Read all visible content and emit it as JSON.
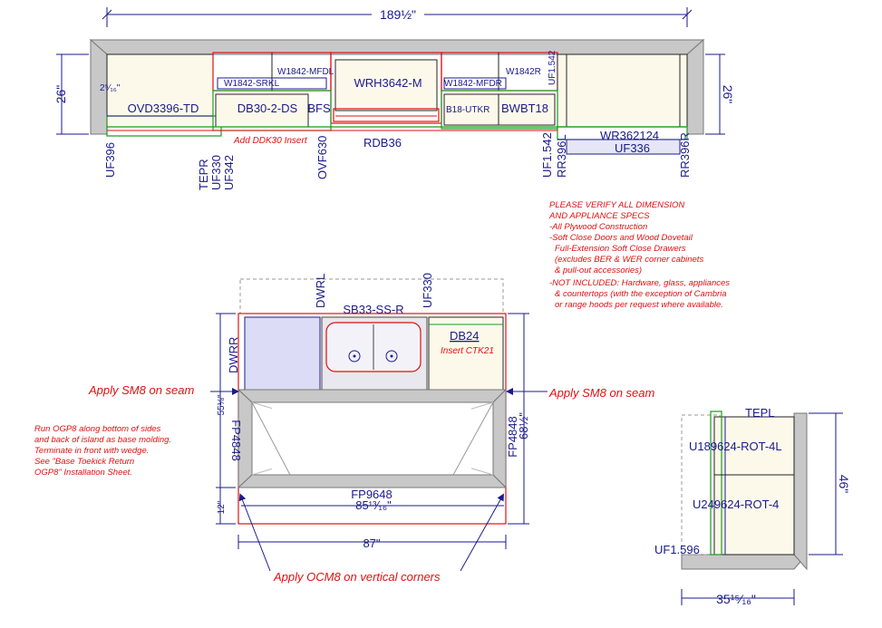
{
  "main_elevation": {
    "overall_width": "189½\"",
    "height_left": "26\"",
    "height_right": "26\"",
    "small_dim": "2⁵⁄₁₆\"",
    "cabinets": {
      "ovd": "OVD3396-TD",
      "db30": "DB30-2-DS",
      "bfs": "BFS",
      "wrh": "WRH3642-M",
      "w1842_mfdl": "W1842-MFDL",
      "w1842_srkl": "W1842-SRKL",
      "w1842_mfdr": "W1842-MFDR",
      "w1842r": "W1842R",
      "b18": "B18-UTKR",
      "bwbt": "BWBT18",
      "uf1542_top": "UF1.542",
      "wr362124": "WR362124",
      "uf336": "UF336",
      "rdb36": "RDB36"
    },
    "vertical_labels": {
      "uf396": "UF396",
      "tepr": "TEPR",
      "uf330": "UF330",
      "uf342": "UF342",
      "ovf630": "OVF630",
      "uf1542": "UF1.542",
      "rr396l": "RR396L",
      "rr396r": "RR396R"
    },
    "note_ddk": "Add DDK30 Insert"
  },
  "notes": [
    "PLEASE VERIFY ALL DIMENSION",
    "AND APPLIANCE SPECS",
    "-All Plywood Construction",
    "-Soft Close Doors and Wood Dovetail",
    "  Full-Extension Soft Close Drawers",
    "  (excludes BER & WER corner cabinets",
    "  & pull-out accessories)",
    "-NOT INCLUDED: Hardware, glass, appliances",
    "  & countertops (with the exception of Cambria",
    "  or range hoods per request where available."
  ],
  "island": {
    "dwrl": "DWRL",
    "uf330": "UF330",
    "sink": "SB33-SS-R",
    "db24": "DB24",
    "insert_ctk": "Insert CTK21",
    "dwrr": "DWRR",
    "fp4848_left": "FP4848",
    "fp4848_right": "FP4848",
    "fp9648": "FP9648",
    "dim_55": "55⅛\"",
    "dim_68": "68½\"",
    "dim_12": "12\"",
    "dim_85": "85¹³⁄₁₆\"",
    "dim_87": "87\"",
    "apply_sm8_left": "Apply SM8 on seam",
    "apply_sm8_right": "Apply SM8 on seam",
    "apply_ocm8": "Apply OCM8 on vertical corners",
    "ogp_note": [
      "Run OGP8 along bottom of sides",
      "and back of island as base molding.",
      "Terminate in front with wedge.",
      "See \"Base Toekick Return",
      "OGP8\" Installation Sheet."
    ]
  },
  "side_elevation": {
    "tepl": "TEPL",
    "u1896": "U189624-ROT-4L",
    "u2496": "U249624-ROT-4",
    "uf1596": "UF1.596",
    "height": "46\"",
    "width": "35¹⁵⁄₁₆\""
  }
}
